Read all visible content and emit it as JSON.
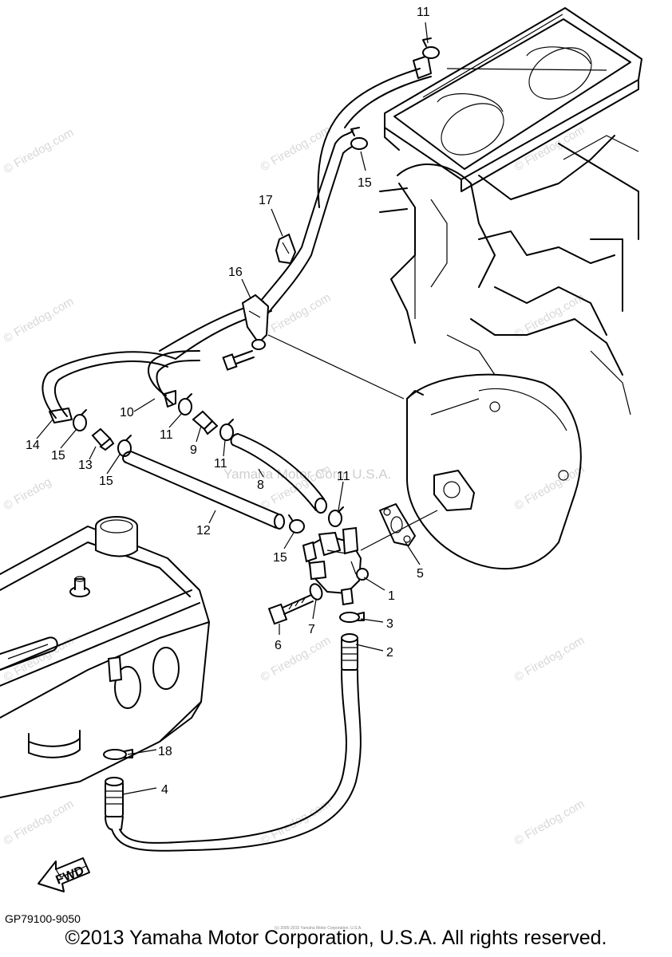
{
  "callouts": [
    "1",
    "2",
    "3",
    "4",
    "5",
    "6",
    "7",
    "8",
    "9",
    "10",
    "11",
    "12",
    "13",
    "14",
    "15",
    "16",
    "17",
    "18"
  ],
  "labels": {
    "fwd_arrow": "FWD"
  },
  "watermarks": {
    "site": "© Firedog.com",
    "site_short": "© Firedog",
    "center": "Yamaha Motor Corp, U.S.A."
  },
  "footer": {
    "drawing_code": "GP79100-9050",
    "copyright": "©2013 Yamaha Motor Corporation, U.S.A. All rights reserved.",
    "fine_print": "(c) 2005-2015 Yamaha Motor Corporation, U.S.A."
  }
}
